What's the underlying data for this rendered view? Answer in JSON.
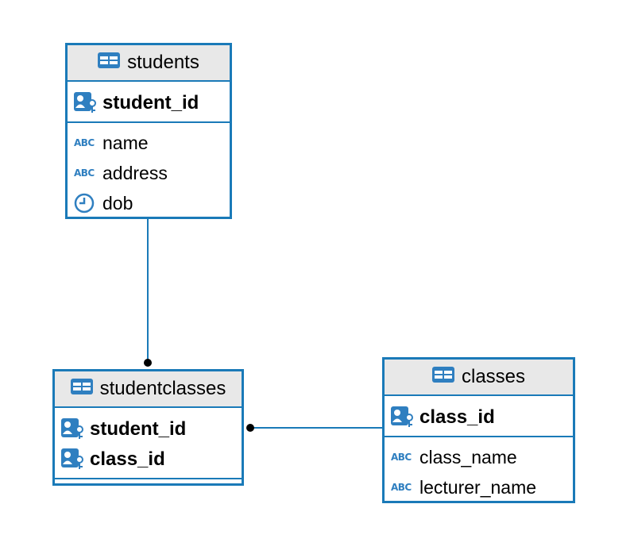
{
  "diagram": {
    "tables": {
      "students": {
        "name": "students",
        "pk": [
          "student_id"
        ],
        "columns": [
          {
            "name": "name",
            "type_icon": "abc-text-icon"
          },
          {
            "name": "address",
            "type_icon": "abc-text-icon"
          },
          {
            "name": "dob",
            "type_icon": "clock-icon"
          }
        ]
      },
      "studentclasses": {
        "name": "studentclasses",
        "pk": [
          "student_id",
          "class_id"
        ],
        "columns": []
      },
      "classes": {
        "name": "classes",
        "pk": [
          "class_id"
        ],
        "columns": [
          {
            "name": "class_name",
            "type_icon": "abc-text-icon"
          },
          {
            "name": "lecturer_name",
            "type_icon": "abc-text-icon"
          }
        ]
      }
    },
    "relationships": [
      {
        "from": "studentclasses",
        "to": "students",
        "many_end": "studentclasses"
      },
      {
        "from": "studentclasses",
        "to": "classes",
        "many_end": "studentclasses"
      }
    ],
    "icons": {
      "abc_text": "ABC"
    },
    "colors": {
      "border": "#1a7ab8",
      "header_bg": "#e8e8e8",
      "icon_blue": "#2f7fc0",
      "line": "#1a7ab8",
      "endpoint_dot": "#000000"
    }
  }
}
